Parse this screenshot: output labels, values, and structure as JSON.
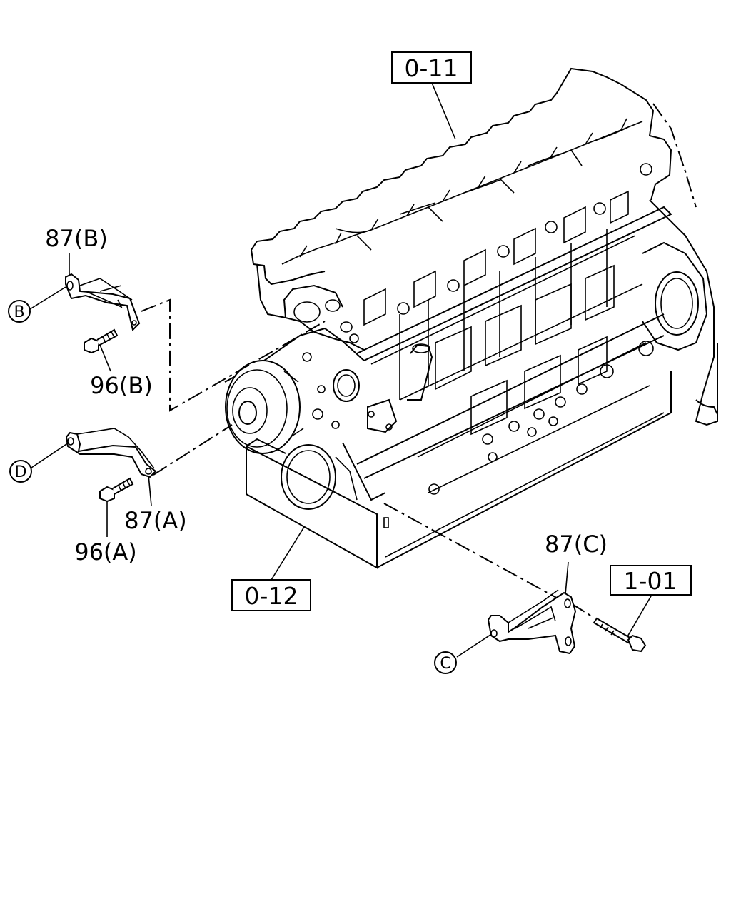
{
  "diagram": {
    "boxed_refs": {
      "cylinder_head": "0-11",
      "cylinder_block": "0-12",
      "group_ref": "1-01"
    },
    "part_labels": {
      "bracket_b": "87(B)",
      "bolt_b": "96(B)",
      "bracket_a": "87(A)",
      "bolt_a": "96(A)",
      "bracket_c": "87(C)"
    },
    "circle_callouts": {
      "b": "B",
      "d": "D",
      "c": "C"
    },
    "icons": [
      "engine-block-drawing",
      "bracket-drawing",
      "bolt-drawing",
      "leader-line"
    ],
    "colors": {
      "ink": "#000000",
      "paper": "#ffffff"
    }
  }
}
